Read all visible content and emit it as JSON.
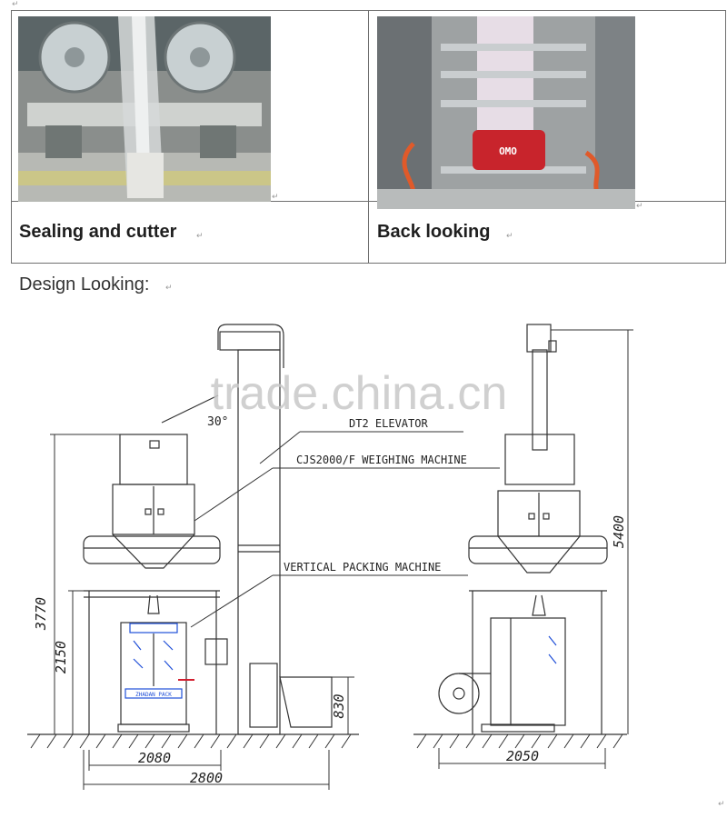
{
  "cells": [
    {
      "caption": "Sealing and cutter"
    },
    {
      "caption": "Back looking"
    }
  ],
  "photo_brand": "OMO",
  "section_heading": "Design Looking:",
  "watermark": "trade.china.cn",
  "drawing": {
    "labels": {
      "elevator": "DT2 ELEVATOR",
      "weigher": "CJS2000/F WEIGHING MACHINE",
      "packer": "VERTICAL PACKING MACHINE",
      "angle": "30°",
      "brand_plate": "ZHADAN PACK"
    },
    "dimensions": {
      "overall_height": "3770",
      "packer_height": "2150",
      "hopper_height": "830",
      "width_base": "2080",
      "width_total": "2800",
      "side_width": "2050",
      "side_height": "5400"
    }
  }
}
